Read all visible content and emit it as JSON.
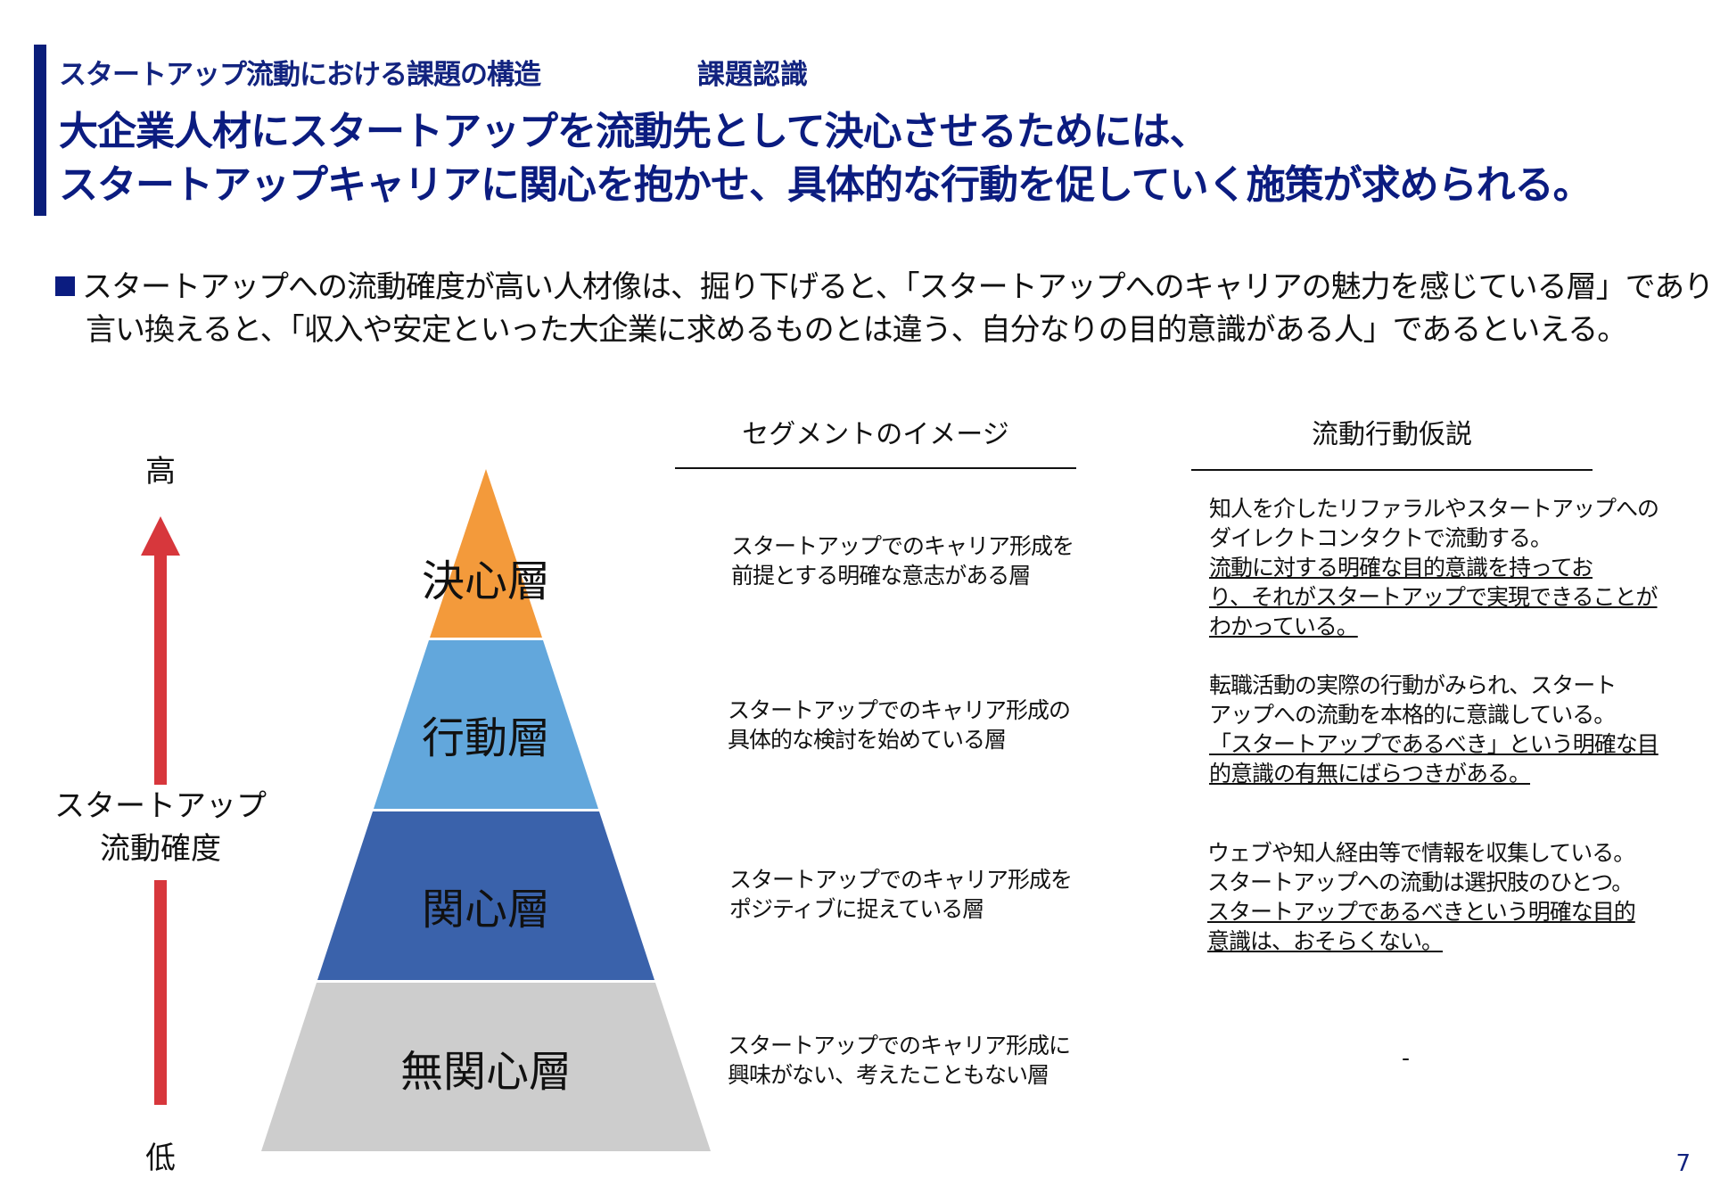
{
  "header": {
    "section": "スタートアップ流動における課題の構造",
    "tag": "課題認識",
    "headline_lines": [
      "大企業人材にスタートアップを流動先として決心させるためには、",
      "スタートアップキャリアに関心を抱かせ、具体的な行動を促していく施策が求められる。"
    ]
  },
  "bullet": {
    "lines": [
      "スタートアップへの流動確度が高い人材像は、掘り下げると、「スタートアップへのキャリアの魅力を感じている層」であり、",
      "言い換えると、「収入や安定といった大企業に求めるものとは違う、自分なりの目的意識がある人」であるといえる。"
    ]
  },
  "columns": {
    "segment_header": "セグメントのイメージ",
    "hypothesis_header": "流動行動仮説"
  },
  "axis": {
    "high": "高",
    "low": "低",
    "label_lines": [
      "スタートアップ",
      "流動確度"
    ],
    "arrow_color": "#d7373c"
  },
  "layers": [
    {
      "name": "決心層",
      "color": "#f39a3b",
      "segment_lines": [
        "スタートアップでのキャリア形成を",
        "前提とする明確な意志がある層"
      ],
      "hypothesis_plain": [
        "知人を介したリファラルやスタートアップへの",
        "ダイレクトコンタクトで流動する。"
      ],
      "hypothesis_underlined": [
        "流動に対する明確な目的意識を持ってお",
        "り、それがスタートアップで実現できることが",
        "わかっている。"
      ]
    },
    {
      "name": "行動層",
      "color": "#62a7dc",
      "segment_lines": [
        "スタートアップでのキャリア形成の",
        "具体的な検討を始めている層"
      ],
      "hypothesis_plain": [
        "転職活動の実際の行動がみられ、スタート",
        "アップへの流動を本格的に意識している。"
      ],
      "hypothesis_underlined": [
        "「スタートアップであるべき」という明確な目",
        "的意識の有無にばらつきがある。"
      ]
    },
    {
      "name": "関心層",
      "color": "#3a62ab",
      "segment_lines": [
        "スタートアップでのキャリア形成を",
        "ポジティブに捉えている層"
      ],
      "hypothesis_plain": [
        "ウェブや知人経由等で情報を収集している。",
        "スタートアップへの流動は選択肢のひとつ。"
      ],
      "hypothesis_underlined": [
        "スタートアップであるべきという明確な目的",
        "意識は、おそらくない。"
      ]
    },
    {
      "name": "無関心層",
      "color": "#cdcdcd",
      "segment_lines": [
        "スタートアップでのキャリア形成に",
        "興味がない、考えたこともない層"
      ],
      "hypothesis_plain": [
        "-"
      ],
      "hypothesis_underlined": []
    }
  ],
  "page_number": "7"
}
